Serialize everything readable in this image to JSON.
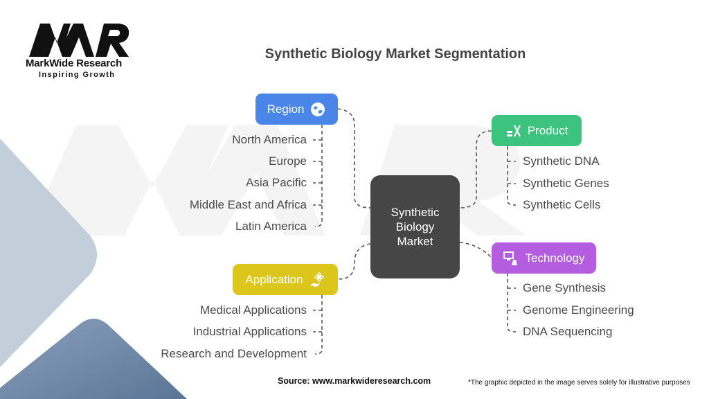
{
  "brand": {
    "name": "MarkWide Research",
    "tagline": "Inspiring Growth",
    "logo_text": "MWR"
  },
  "title": "Synthetic Biology Market Segmentation",
  "center": {
    "label": "Synthetic Biology Market"
  },
  "segments": {
    "region": {
      "label": "Region",
      "icon": "globe-icon",
      "color": "#4A86E8",
      "items": [
        "North America",
        "Europe",
        "Asia Pacific",
        "Middle East and Africa",
        "Latin America"
      ]
    },
    "product": {
      "label": "Product",
      "icon": "dna-tools-icon",
      "color": "#3CC47F",
      "items": [
        "Synthetic DNA",
        "Synthetic Genes",
        "Synthetic Cells"
      ]
    },
    "technology": {
      "label": "Technology",
      "icon": "computer-lab-icon",
      "color": "#B45DE0",
      "items": [
        "Gene Synthesis",
        "Genome Engineering",
        "DNA Sequencing"
      ]
    },
    "application": {
      "label": "Application",
      "icon": "atom-hand-icon",
      "color": "#DCC61B",
      "items": [
        "Medical Applications",
        "Industrial Applications",
        "Research and Development"
      ]
    }
  },
  "footer": {
    "source": "Source: www.markwideresearch.com",
    "disclaimer": "*The graphic depicted in the image serves solely for illustrative purposes"
  }
}
